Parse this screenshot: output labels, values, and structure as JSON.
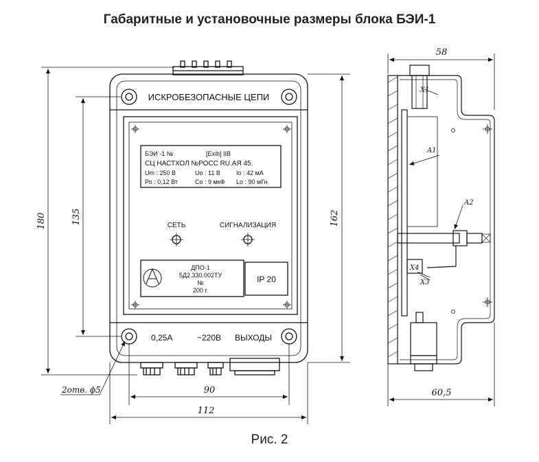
{
  "title": "Габаритные и установочные размеры блока БЭИ-1",
  "caption": "Рис. 2",
  "front_view": {
    "top_label": "ИСКРОБЕЗОПАСНЫЕ ЦЕПИ",
    "nameplate": {
      "line1_left": "БЭИ -1   №",
      "line1_right": "[Exib] IIB",
      "line2": "СЦ НАСТХОЛ №РОСС RU.АЯ 45.",
      "line3_a": "Um : 250 В",
      "line3_b": "Uo : 11 В",
      "line3_c": "Io  : 42 мА",
      "line4_a": "Ро  : 0,12 Вт",
      "line4_b": "Со  : 9 мкФ",
      "line4_c": "Lo : 90 мГн"
    },
    "led_labels": {
      "power": "СЕТЬ",
      "signal": "СИГНАЛИЗАЦИЯ"
    },
    "maker_plate": {
      "line1": "ДПО-1",
      "line2": "5Д2.330.002ТУ",
      "line3": "№",
      "line4": "200    г."
    },
    "ip_label": "IP 20",
    "bottom_labels": {
      "fuse": "0,25А",
      "voltage": "~220В",
      "outputs": "ВЫХОДЫ"
    },
    "dimensions": {
      "height_total": "180",
      "height_holes": "135",
      "height_body": "162",
      "width_holes": "90",
      "width_total": "112",
      "holes_note": "2отв. ϕ5"
    }
  },
  "side_view": {
    "dimensions": {
      "depth_top": "58",
      "depth_bottom": "60,5"
    },
    "labels": {
      "x1": "X1",
      "a1": "A1",
      "a2": "A2",
      "x4": "X4",
      "x3": "X3"
    }
  }
}
